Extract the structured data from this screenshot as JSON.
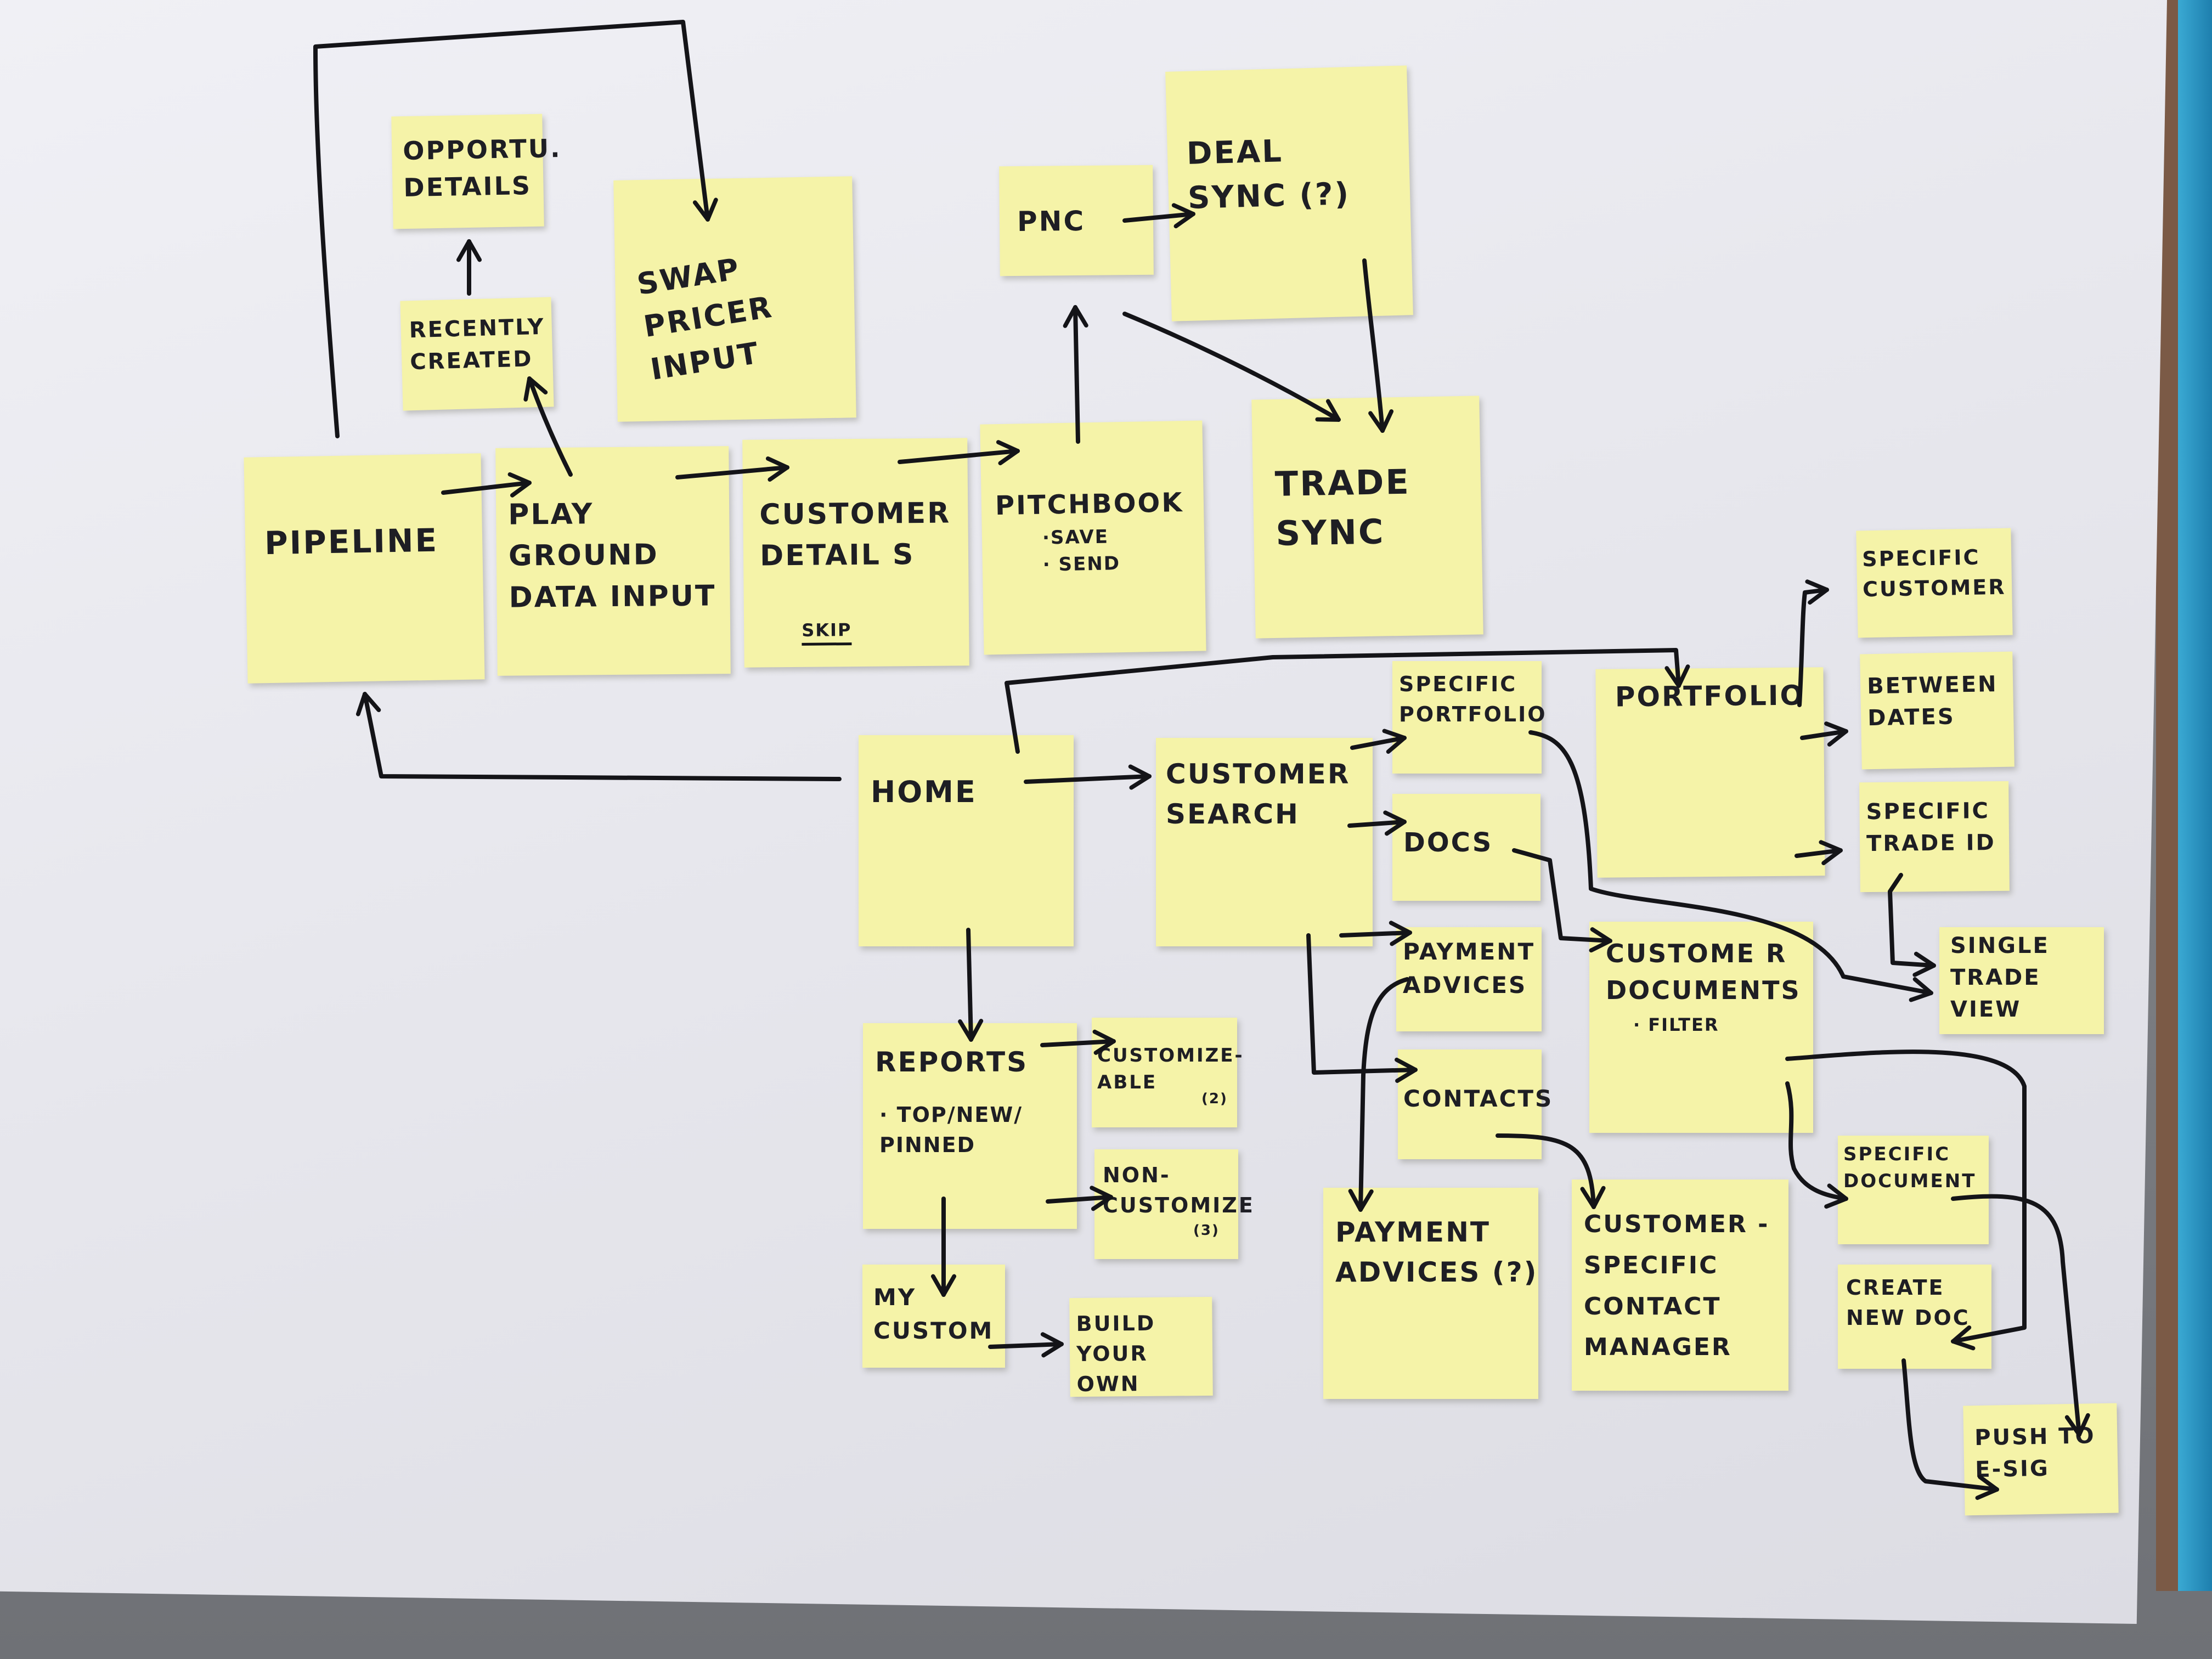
{
  "colors": {
    "sticky": "#f5f3a8",
    "ink": "#141418",
    "paper": "#e9e9ef"
  },
  "notes": {
    "oppor_details": "OPPORTU.\nDETAILS",
    "recently_created": "RECENTLY\nCREATED",
    "swap_pricer_input": "SWAP\nPRICER\nINPUT",
    "pnc": "PNC",
    "deal_sync": "DEAL\nSYNC (?)",
    "pipeline": "PIPELINE",
    "playground_data_input": "PLAY GROUND\nDATA INPUT",
    "customer_details": "CUSTOMER\nDETAIL S",
    "customer_details_skip": "SKIP",
    "pitchbook": "PITCHBOOK",
    "pitchbook_sub": "·SAVE\n· SEND",
    "trade_sync": "TRADE\nSYNC",
    "home": "HOME",
    "customer_search": "CUSTOMER\nSEARCH",
    "specific_portfolio": "SPECIFIC\nPORTFOLIO",
    "portfolio": "PORTFOLIO",
    "specific_customer": "SPECIFIC\nCUSTOMER",
    "between_dates": "BETWEEN\nDATES",
    "specific_trade_id": "SPECIFIC\nTRADE ID",
    "single_trade_view": "SINGLE\nTRADE\nVIEW",
    "docs": "DOCS",
    "payment_advices": "PAYMENT\nADVICES",
    "customer_documents": "CUSTOME R\nDOCUMENTS",
    "customer_documents_sub": "· FILTER",
    "contacts": "CONTACTS",
    "reports": "REPORTS",
    "reports_sub": "· TOP/NEW/\nPINNED",
    "customizeable": "CUSTOMIZE-\nABLE",
    "customizeable_count": "(2)",
    "non_customize": "NON-\nCUSTOMIZE",
    "non_customize_count": "(3)",
    "my_custom": "MY\nCUSTOM",
    "build_your_own": "BUILD YOUR\nOWN",
    "payment_advices_q": "PAYMENT\nADVICES (?)",
    "customer_specific_contact_manager": "CUSTOMER -\nSPECIFIC\nCONTACT\nMANAGER",
    "specific_document": "SPECIFIC\nDOCUMENT",
    "create_new_doc": "CREATE\nNEW DOC",
    "push_to_esig": "PUSH TO\nE-SIG"
  }
}
